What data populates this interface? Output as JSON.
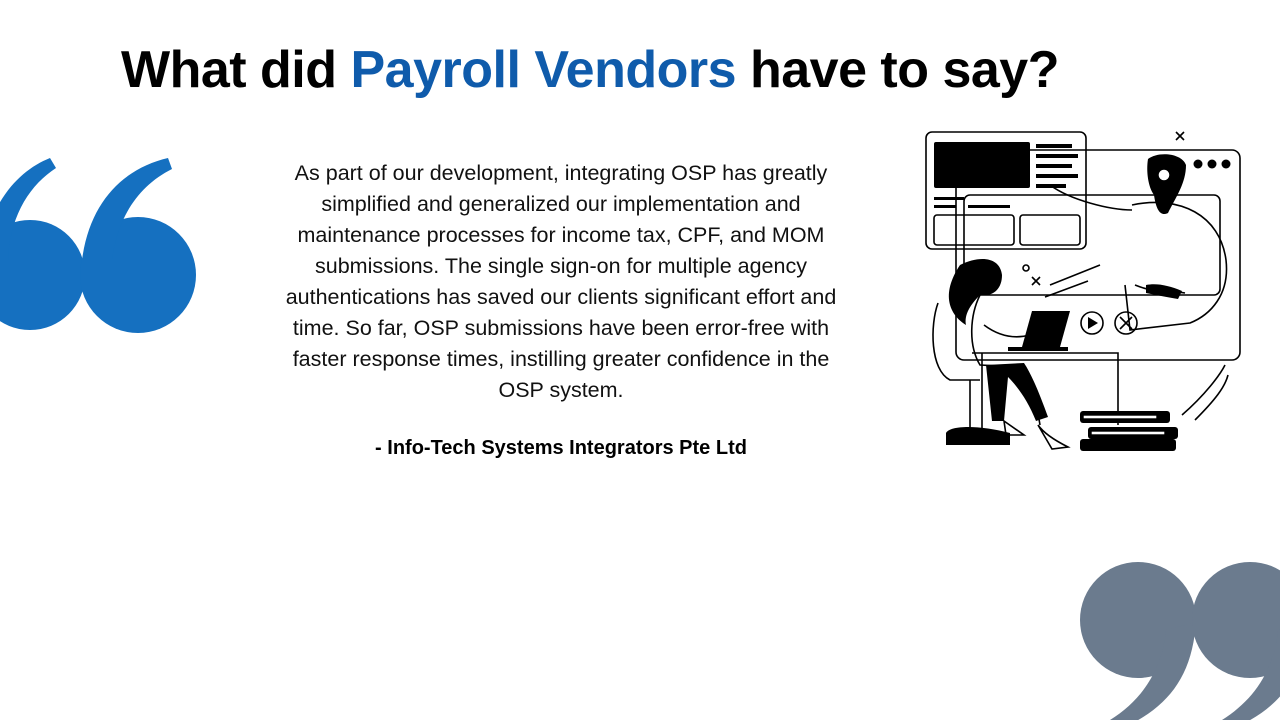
{
  "slide": {
    "title_prefix": "What did ",
    "title_accent": "Payroll Vendors",
    "title_suffix": " have to say?",
    "quote": "As part of our development, integrating OSP has greatly simplified and generalized our implementation and maintenance processes for income tax, CPF, and MOM submissions. The single sign-on for multiple agency authentications has saved our clients significant effort and time. So far, OSP submissions have been error-free with faster response times, instilling greater confidence in the OSP system.",
    "attribution": "- Info-Tech Systems Integrators Pte Ltd"
  },
  "colors": {
    "accent_blue": "#0f5bab",
    "open_quote_blue": "#1570c0",
    "close_quote_slate": "#6b7b8e"
  },
  "icons": [
    "open-quote-mark-icon",
    "close-quote-mark-icon",
    "people-with-laptop-illustration"
  ]
}
